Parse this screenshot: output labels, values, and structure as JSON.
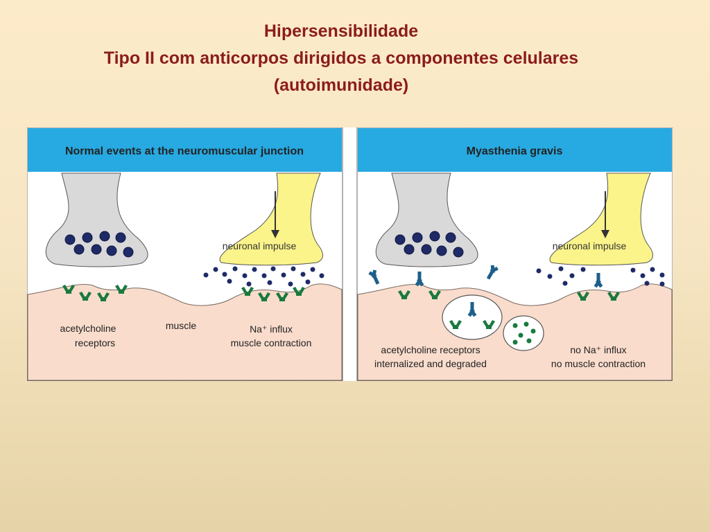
{
  "slide": {
    "title_line1": "Hipersensibilidade",
    "title_line2": "Tipo II com anticorpos dirigidos a componentes celulares",
    "title_line3": "(autoimunidade)"
  },
  "colors": {
    "title": "#8b1c1c",
    "panel_header": "#27a9e1",
    "muscle": "#f9dccc",
    "nerve_terminal_gray": "#d9d9d9",
    "nerve_terminal_yellow": "#fbf48a",
    "vesicle": "#1f2b66",
    "receptor": "#1a7a3e",
    "antibody": "#1d5f8a"
  },
  "panels": [
    {
      "header": "Normal events at the neuromuscular junction",
      "impulse_label": "neuronal impulse",
      "receptors_label_1": "acetylcholine",
      "receptors_label_2": "receptors",
      "muscle_label": "muscle",
      "result_label_1": "Na⁺ influx",
      "result_label_2": "muscle contraction"
    },
    {
      "header": "Myasthenia gravis",
      "impulse_label": "neuronal impulse",
      "internalized_label_1": "acetylcholine  receptors",
      "internalized_label_2": "internalized and degraded",
      "result_label_1": "no Na⁺ influx",
      "result_label_2": "no muscle contraction"
    }
  ]
}
